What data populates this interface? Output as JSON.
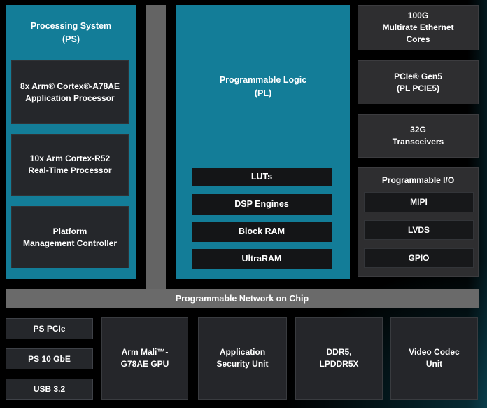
{
  "colors": {
    "teal_accent": "#137d98",
    "noc_gray": "#6a6a6a",
    "dark_block": "#25272b",
    "darker_block": "#141517",
    "panel_gray": "#2e2e30",
    "background": "#000000",
    "text": "#ffffff"
  },
  "ps": {
    "title": "Processing System\n(PS)",
    "blocks": [
      "8x Arm® Cortex®-A78AE\nApplication Processor",
      "10x Arm Cortex-R52\nReal-Time Processor",
      "Platform\nManagement Controller"
    ]
  },
  "pl": {
    "title": "Programmable Logic\n(PL)",
    "blocks": [
      "LUTs",
      "DSP Engines",
      "Block RAM",
      "UltraRAM"
    ]
  },
  "right_column": {
    "blocks": [
      "100G\nMultirate Ethernet\nCores",
      "PCIe® Gen5\n(PL PCIE5)",
      "32G\nTransceivers"
    ],
    "io": {
      "title": "Programmable I/O",
      "items": [
        "MIPI",
        "LVDS",
        "GPIO"
      ]
    }
  },
  "noc": {
    "label": "Programmable Network on Chip"
  },
  "bottom_row": {
    "small_blocks": [
      "PS PCIe",
      "PS 10 GbE",
      "USB 3.2"
    ],
    "blocks": [
      "Arm Mali™-\nG78AE GPU",
      "Application\nSecurity Unit",
      "DDR5,\nLPDDR5X",
      "Video Codec\nUnit"
    ]
  }
}
